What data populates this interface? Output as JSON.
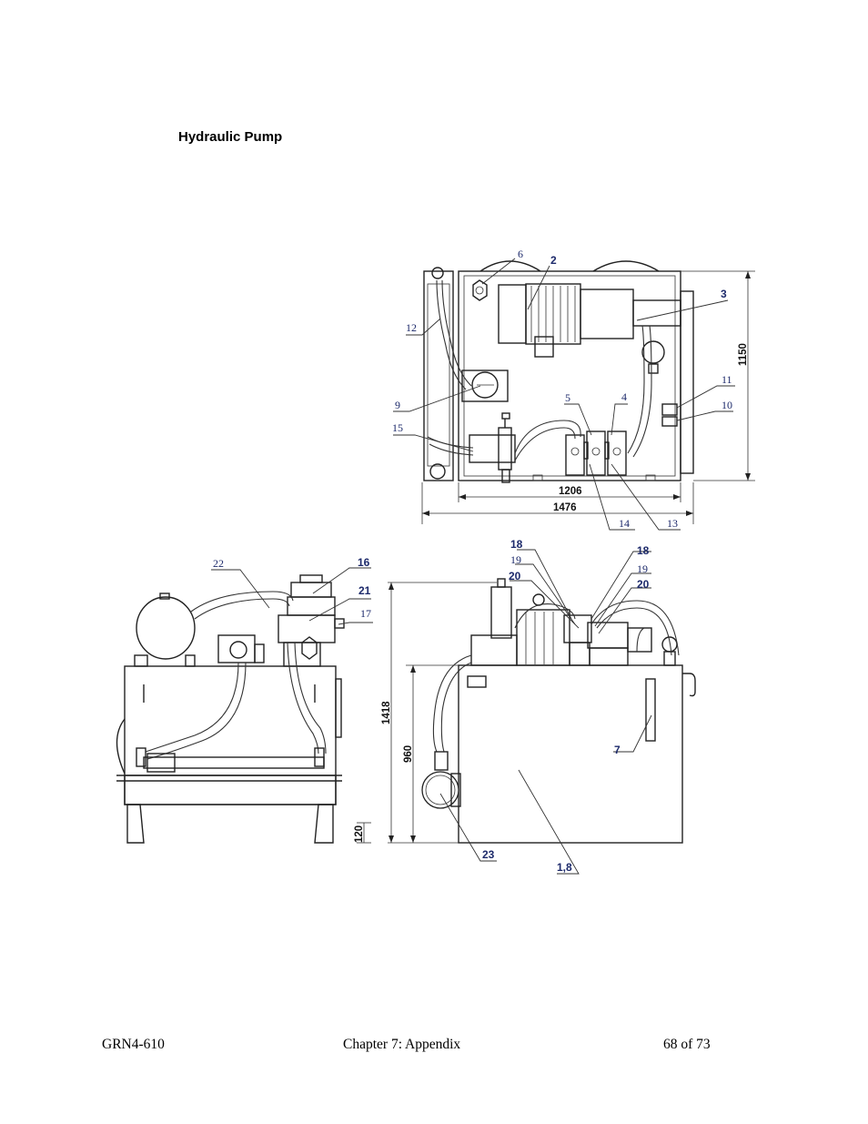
{
  "heading": "Hydraulic Pump",
  "diagram": {
    "labels": {
      "top": [
        "6",
        "2",
        "3",
        "12",
        "9",
        "15",
        "5",
        "4",
        "11",
        "10",
        "14",
        "13"
      ],
      "side": [
        "22",
        "16",
        "21",
        "17"
      ],
      "front": [
        "18",
        "19",
        "20",
        "18",
        "19",
        "20",
        "7",
        "23",
        "1,8"
      ]
    },
    "dimensions": {
      "height_top": "1150",
      "width_inner": "1206",
      "width_outer": "1476",
      "height_total": "1418",
      "height_tank": "960",
      "height_base": "120"
    }
  },
  "footer": {
    "doc_id": "GRN4-610",
    "chapter": "Chapter 7: Appendix",
    "page": "68 of 73"
  }
}
